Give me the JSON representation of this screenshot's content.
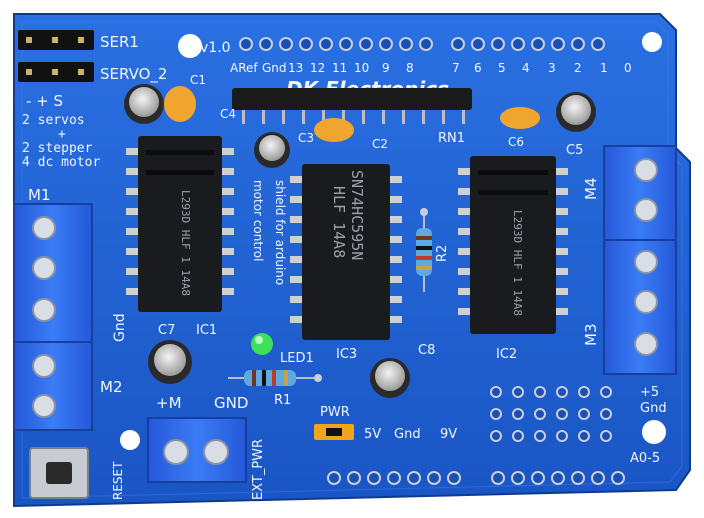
{
  "board": {
    "brand": "DK Electronics",
    "version": "v1.0",
    "tagline_1": "motor control",
    "tagline_2": "shield for arduino",
    "colors": {
      "pcb": "#1f63d6",
      "pcb_edge": "#3a7ff0",
      "terminal": "#2f6ff2",
      "chip": "#1a1b1f",
      "silk": "#f2f6ff",
      "led": "#3ee05a",
      "jumper": "#f2a51a",
      "cap_ceramic": "#f0a52e"
    }
  },
  "headers": {
    "ser1": "SER1",
    "servo2": "SERVO_2",
    "servo_pins": "-  + S",
    "aref": "ARef",
    "gnd": "Gnd",
    "digital_pins": [
      "13",
      "12",
      "11",
      "10",
      "9",
      "8",
      "7",
      "6",
      "5",
      "4",
      "3",
      "2",
      "1",
      "0"
    ]
  },
  "notes": [
    "2 servos",
    "+",
    "2 stepper",
    "4 dc motor"
  ],
  "ics": [
    {
      "ref": "IC1",
      "part": "L293D",
      "text": "L293D\nHLF 1\n14A8"
    },
    {
      "ref": "IC3",
      "part": "SN74HC595N",
      "line1": "SN74HC595N",
      "line2": "HLF 14A8"
    },
    {
      "ref": "IC2",
      "part": "L293D",
      "text": "L293D\nHLF 1\n14A8"
    }
  ],
  "chip_mark": "L293D  HLF 1 14A8",
  "components": {
    "c1": "C1",
    "c2": "C2",
    "c3": "C3",
    "c4": "C4",
    "c5": "C5",
    "c6": "C6",
    "c7": "C7",
    "c8": "C8",
    "r1": "R1",
    "r2": "R2",
    "rn1": "RN1",
    "led1": "LED1"
  },
  "terminals": {
    "m1": "M1",
    "m2": "M2",
    "m3": "M3",
    "m4": "M4",
    "plus_m": "+M",
    "gnd": "GND",
    "ext_pwr": "EXT_PWR"
  },
  "power": {
    "pwr": "PWR",
    "v5": "5V",
    "gnd": "Gnd",
    "v9": "9V",
    "plus5": "+5",
    "gnd2": "Gnd",
    "analog": "A0-5"
  },
  "reset": "RESET"
}
